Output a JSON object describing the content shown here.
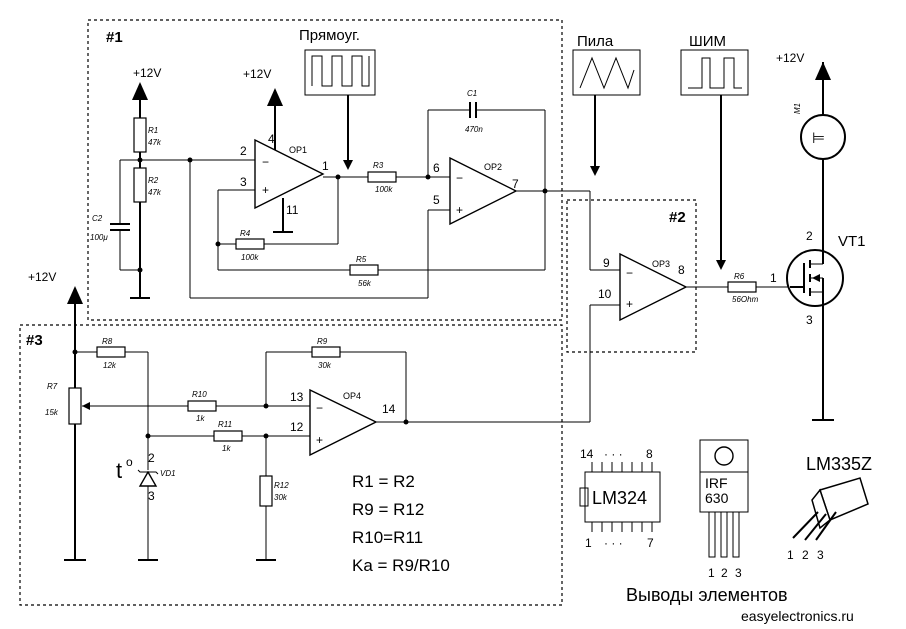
{
  "sections": {
    "s1": "#1",
    "s2": "#2",
    "s3": "#3"
  },
  "supply": {
    "v1": "+12V",
    "v2": "+12V",
    "v3": "+12V",
    "v4": "+12V"
  },
  "signals": {
    "square": "Прямоуг.",
    "saw": "Пила",
    "pwm": "ШИМ"
  },
  "opamps": {
    "op1": "OP1",
    "op2": "OP2",
    "op3": "OP3",
    "op4": "OP4"
  },
  "components": {
    "r1": {
      "name": "R1",
      "value": "47k"
    },
    "r2": {
      "name": "R2",
      "value": "47k"
    },
    "r3": {
      "name": "R3",
      "value": "100k"
    },
    "r4": {
      "name": "R4",
      "value": "100k"
    },
    "r5": {
      "name": "R5",
      "value": "56k"
    },
    "r6": {
      "name": "R6",
      "value": "56Ohm"
    },
    "r7": {
      "name": "R7",
      "value": "15k"
    },
    "r8": {
      "name": "R8",
      "value": "12k"
    },
    "r9": {
      "name": "R9",
      "value": "30k"
    },
    "r10": {
      "name": "R10",
      "value": "1k"
    },
    "r11": {
      "name": "R11",
      "value": "1k"
    },
    "r12": {
      "name": "R12",
      "value": "30k"
    },
    "c1": {
      "name": "C1",
      "value": "470n"
    },
    "c2": {
      "name": "C2",
      "value": "100μ"
    },
    "vd1": {
      "name": "VD1"
    },
    "m1": {
      "name": "M1"
    },
    "vt1": {
      "name": "VT1"
    }
  },
  "pins": {
    "op1_in_neg": "2",
    "op1_in_pos": "3",
    "op1_vcc": "4",
    "op1_gnd": "11",
    "op1_out": "1",
    "op2_in_neg": "6",
    "op2_in_pos": "5",
    "op2_out": "7",
    "op3_in_neg": "9",
    "op3_in_pos": "10",
    "op3_out": "8",
    "op4_in_neg": "13",
    "op4_in_pos": "12",
    "op4_out": "14",
    "vt1_gate": "1",
    "vt1_drain": "2",
    "vt1_source": "3",
    "vd1_top": "2",
    "vd1_bot": "3"
  },
  "temp_label": "t",
  "temp_sup": "o",
  "equations": [
    "R1 = R2",
    "R9 = R12",
    "R10=R11",
    "Ka = R9/R10"
  ],
  "packages": {
    "lm324": {
      "name": "LM324",
      "pin_hi_left": "14",
      "pin_hi_right": "8",
      "pin_lo_left": "1",
      "pin_lo_right": "7",
      "dots": "· · ·"
    },
    "irf630": {
      "line1": "IRF",
      "line2": "630",
      "p1": "1",
      "p2": "2",
      "p3": "3"
    },
    "lm335z": {
      "name": "LM335Z",
      "p1": "1",
      "p2": "2",
      "p3": "3"
    }
  },
  "caption": "Выводы элементов",
  "watermark": "easyelectronics.ru"
}
